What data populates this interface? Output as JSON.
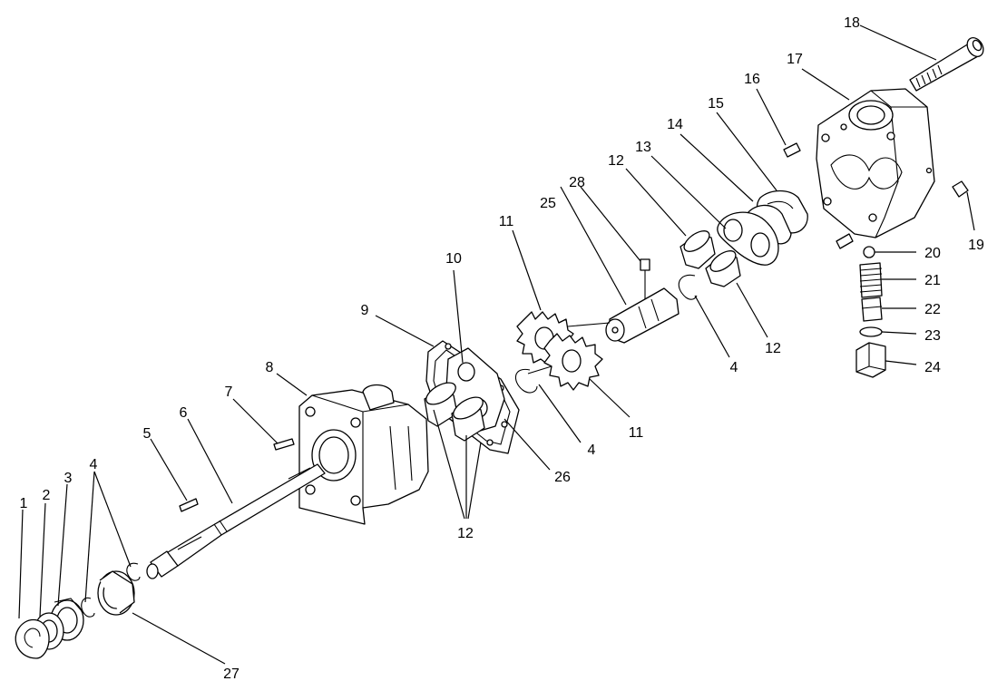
{
  "diagram": {
    "callouts": [
      {
        "id": "c1",
        "text": "1"
      },
      {
        "id": "c2",
        "text": "2"
      },
      {
        "id": "c3",
        "text": "3"
      },
      {
        "id": "c4a",
        "text": "4"
      },
      {
        "id": "c5",
        "text": "5"
      },
      {
        "id": "c6",
        "text": "6"
      },
      {
        "id": "c7",
        "text": "7"
      },
      {
        "id": "c8",
        "text": "8"
      },
      {
        "id": "c9",
        "text": "9"
      },
      {
        "id": "c10",
        "text": "10"
      },
      {
        "id": "c11a",
        "text": "11"
      },
      {
        "id": "c11b",
        "text": "11"
      },
      {
        "id": "c12a",
        "text": "12"
      },
      {
        "id": "c12b",
        "text": "12"
      },
      {
        "id": "c12c",
        "text": "12"
      },
      {
        "id": "c13",
        "text": "13"
      },
      {
        "id": "c14",
        "text": "14"
      },
      {
        "id": "c15",
        "text": "15"
      },
      {
        "id": "c16",
        "text": "16"
      },
      {
        "id": "c17",
        "text": "17"
      },
      {
        "id": "c18",
        "text": "18"
      },
      {
        "id": "c19",
        "text": "19"
      },
      {
        "id": "c20",
        "text": "20"
      },
      {
        "id": "c21",
        "text": "21"
      },
      {
        "id": "c22",
        "text": "22"
      },
      {
        "id": "c23",
        "text": "23"
      },
      {
        "id": "c24",
        "text": "24"
      },
      {
        "id": "c25",
        "text": "25"
      },
      {
        "id": "c26",
        "text": "26"
      },
      {
        "id": "c27",
        "text": "27"
      },
      {
        "id": "c28",
        "text": "28"
      },
      {
        "id": "c4b",
        "text": "4"
      },
      {
        "id": "c4c",
        "text": "4"
      }
    ]
  }
}
